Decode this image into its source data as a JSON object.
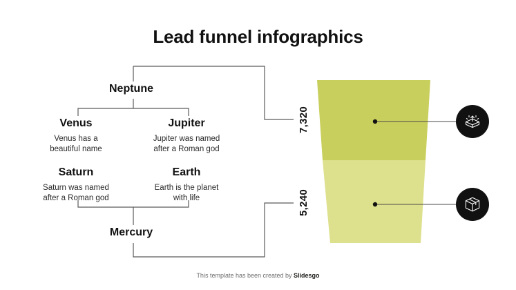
{
  "title": "Lead funnel infographics",
  "tree": {
    "root_top": {
      "label": "Neptune"
    },
    "root_bottom": {
      "label": "Mercury"
    },
    "nodes": [
      {
        "name": "venus",
        "label": "Venus",
        "desc": "Venus has a\nbeautiful name"
      },
      {
        "name": "jupiter",
        "label": "Jupiter",
        "desc": "Jupiter was named\nafter a Roman god"
      },
      {
        "name": "saturn",
        "label": "Saturn",
        "desc": "Saturn was named\nafter a Roman god"
      },
      {
        "name": "earth",
        "label": "Earth",
        "desc": "Earth is the planet\nwith life"
      }
    ]
  },
  "funnel": {
    "segments": [
      {
        "name": "top",
        "value": "7,320",
        "color": "#c9cf5d",
        "icon": "open-box-sparkle-icon"
      },
      {
        "name": "bottom",
        "value": "5,240",
        "color": "#dde08c",
        "icon": "closed-box-icon"
      }
    ]
  },
  "footer": {
    "text": "This template has been created by ",
    "brand": "Slidesgo"
  },
  "colors": {
    "accent_dark": "#c9cf5d",
    "accent_light": "#dde08c",
    "ink": "#111111",
    "line": "#5a5a5a"
  }
}
